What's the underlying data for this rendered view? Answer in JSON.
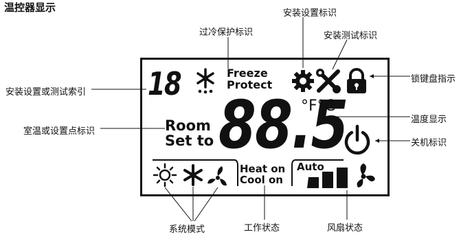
{
  "title": "温控器显示",
  "display": {
    "index_digits": "18",
    "freeze_line1": "Freeze",
    "freeze_line2": "Protect",
    "temp_digits": "88.5",
    "unit_f": "°F",
    "unit_c": "°C",
    "room_line1": "Room",
    "room_line2": "Set to",
    "heat_on": "Heat on",
    "cool_on": "Cool on",
    "fan_auto": "Auto"
  },
  "labels": {
    "install_setting": "安装设置标识",
    "overcool_protect": "过冷保护标识",
    "install_test": "安装测试标识",
    "setting_test_index": "安装设置或测试索引",
    "keypad_lock": "锁键盘指示",
    "temp_display": "温度显示",
    "room_setpoint": "室温或设置点标识",
    "power_off": "关机标识",
    "system_mode": "系统模式",
    "work_status": "工作状态",
    "fan_status": "风扇状态"
  },
  "icons": {
    "snowflake": "snowflake-icon",
    "gear": "gear-icon",
    "wrench": "wrench-screwdriver-icon",
    "lock": "lock-icon",
    "power": "power-icon",
    "sun": "sun-icon",
    "fan": "fan-icon",
    "fan_bars": "fan-speed-bars-icon"
  },
  "colors": {
    "ink": "#111111",
    "background": "#ffffff"
  }
}
